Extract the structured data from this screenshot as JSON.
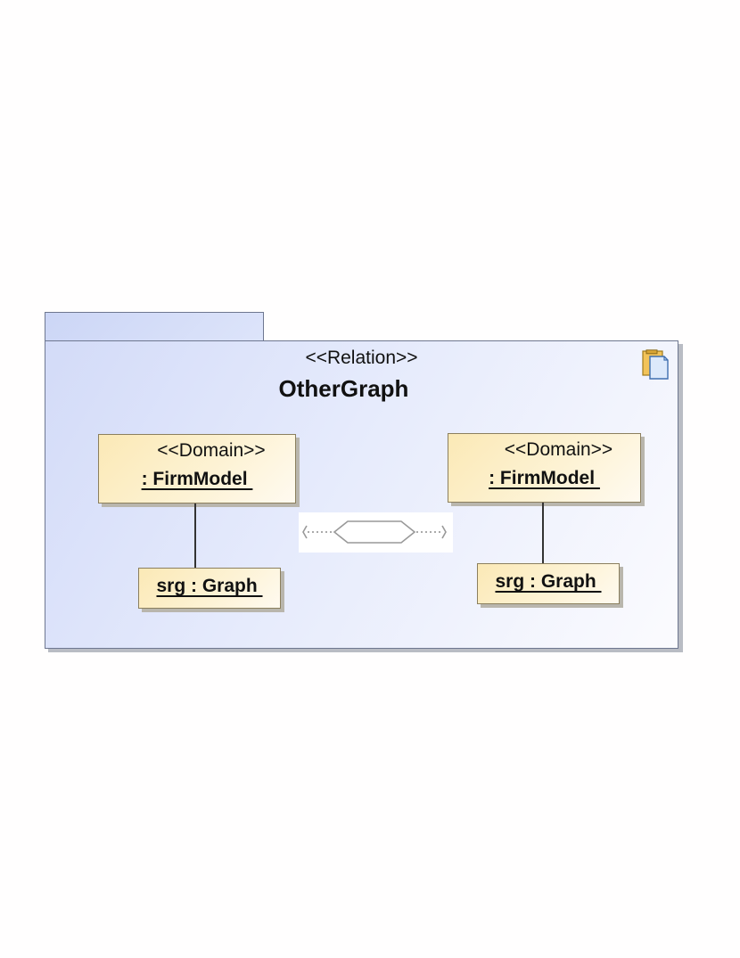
{
  "relation": {
    "stereotype": "<<Relation>>",
    "name": "OtherGraph"
  },
  "domains": [
    {
      "stereotype": "<<Domain>>",
      "type_label": ": FirmModel ",
      "variable_label": "srg : Graph "
    },
    {
      "stereotype": "<<Domain>>",
      "type_label": ": FirmModel ",
      "variable_label": "srg : Graph "
    }
  ],
  "icons": {
    "package_corner": "diagram-document-icon",
    "relation_connector": "hexagon-relation-icon"
  },
  "colors": {
    "package_fill": "#dde4fa",
    "package_border": "#6e7790",
    "domain_fill": "#fbe9b6",
    "domain_border": "#8b7f5e"
  }
}
